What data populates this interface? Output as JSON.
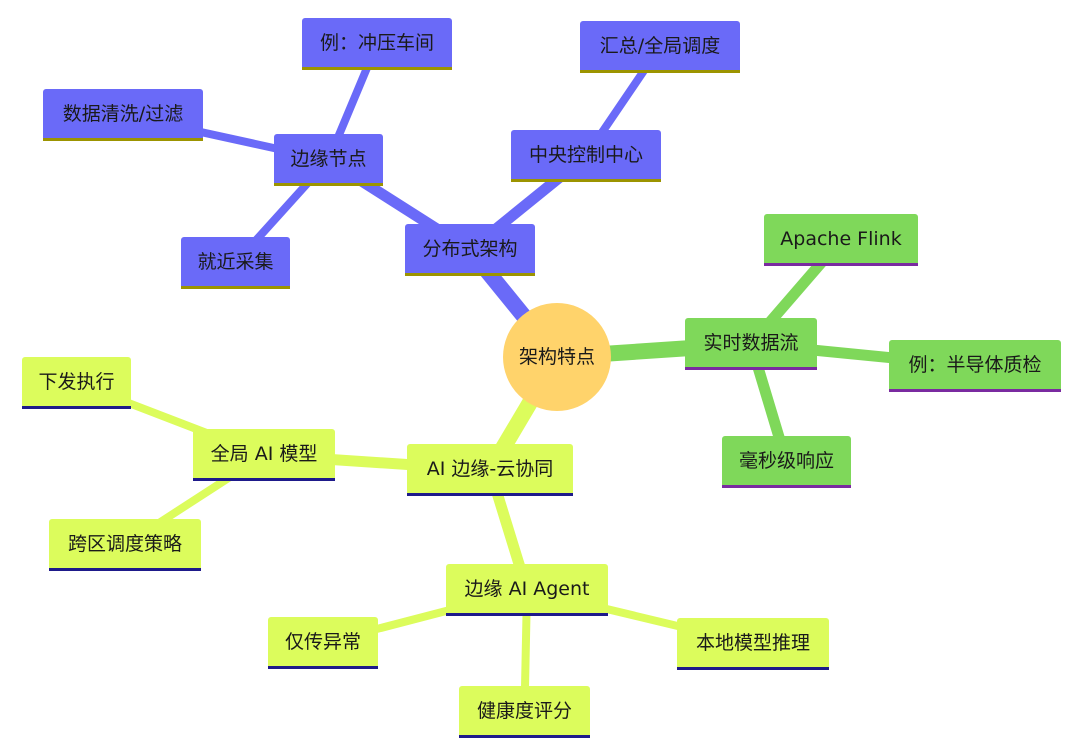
{
  "root": {
    "label": "架构特点",
    "color": "#ffd36b"
  },
  "branches": [
    {
      "id": "distributed",
      "label": "分布式架构",
      "color": "#6a6af8",
      "underline": "#9c9400",
      "text_color": "#1a1a1a",
      "children": [
        {
          "id": "edge-node",
          "label": "边缘节点",
          "children": [
            {
              "id": "example-stamping",
              "label": "例：冲压车间"
            },
            {
              "id": "data-cleaning",
              "label": "数据清洗/过滤"
            },
            {
              "id": "nearby-collection",
              "label": "就近采集"
            }
          ]
        },
        {
          "id": "central-control",
          "label": "中央控制中心",
          "children": [
            {
              "id": "global-scheduling",
              "label": "汇总/全局调度"
            }
          ]
        }
      ]
    },
    {
      "id": "realtime",
      "label": "实时数据流",
      "color": "#7fd85a",
      "underline": "#7a2aa0",
      "text_color": "#1a1a1a",
      "children": [
        {
          "id": "apache-flink",
          "label": "Apache Flink"
        },
        {
          "id": "example-semiconductor",
          "label": "例：半导体质检"
        },
        {
          "id": "ms-response",
          "label": "毫秒级响应"
        }
      ]
    },
    {
      "id": "edge-cloud",
      "label": "AI 边缘-云协同",
      "color": "#dcfc5c",
      "underline": "#1e1a8a",
      "text_color": "#1a1a1a",
      "children": [
        {
          "id": "global-model",
          "label": "全局 AI 模型",
          "children": [
            {
              "id": "dispatch-exec",
              "label": "下发执行"
            },
            {
              "id": "cross-region",
              "label": "跨区调度策略"
            }
          ]
        },
        {
          "id": "edge-agent",
          "label": "边缘 AI Agent",
          "children": [
            {
              "id": "anomaly-only",
              "label": "仅传异常"
            },
            {
              "id": "local-inference",
              "label": "本地模型推理"
            },
            {
              "id": "health-score",
              "label": "健康度评分"
            }
          ]
        }
      ]
    }
  ]
}
